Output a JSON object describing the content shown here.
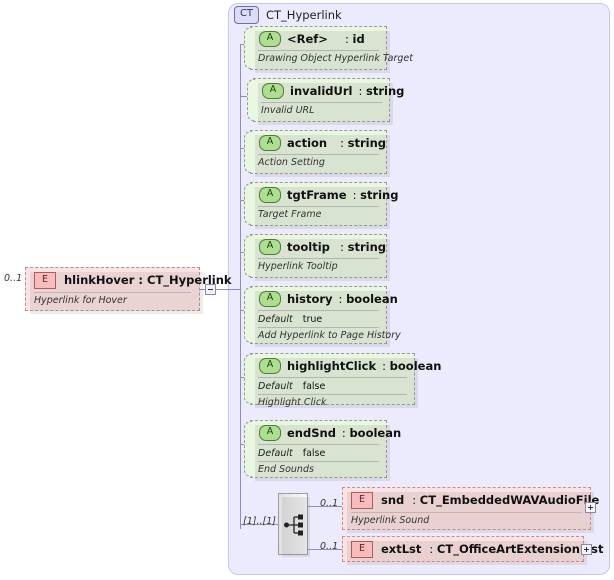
{
  "diagram": {
    "kind": "xsd-schema-diagram",
    "colors": {
      "container_bg": "#ecebfd",
      "attribute_bg": "#e9f7e0",
      "element_bg": "#fbe3e3",
      "line": "#8d8db5"
    }
  },
  "complex_type": {
    "badge": "CT",
    "name": "CT_Hyperlink",
    "badge_icon": "complextype-icon"
  },
  "source_element": {
    "badge": "E",
    "cardinality": "0..1",
    "name": "hlinkHover",
    "separator": ":",
    "type": "CT_Hyperlink",
    "label": "hlinkHover : CT_Hyperlink",
    "documentation": "Hyperlink for Hover",
    "collapse_icon": "minus-box-icon"
  },
  "attributes": [
    {
      "badge": "A",
      "name": "<Ref>",
      "separator": ":",
      "type": "id",
      "default_label": null,
      "default_value": null,
      "documentation": "Drawing Object Hyperlink Target"
    },
    {
      "badge": "A",
      "name": "invalidUrl",
      "separator": ":",
      "type": "string",
      "default_label": null,
      "default_value": null,
      "documentation": "Invalid URL"
    },
    {
      "badge": "A",
      "name": "action",
      "separator": ":",
      "type": "string",
      "default_label": null,
      "default_value": null,
      "documentation": "Action Setting"
    },
    {
      "badge": "A",
      "name": "tgtFrame",
      "separator": ":",
      "type": "string",
      "default_label": null,
      "default_value": null,
      "documentation": "Target Frame"
    },
    {
      "badge": "A",
      "name": "tooltip",
      "separator": ":",
      "type": "string",
      "default_label": null,
      "default_value": null,
      "documentation": "Hyperlink Tooltip"
    },
    {
      "badge": "A",
      "name": "history",
      "separator": ":",
      "type": "boolean",
      "default_label": "Default",
      "default_value": "true",
      "documentation": "Add Hyperlink to Page History"
    },
    {
      "badge": "A",
      "name": "highlightClick",
      "separator": ":",
      "type": "boolean",
      "default_label": "Default",
      "default_value": "false",
      "documentation": "Highlight Click"
    },
    {
      "badge": "A",
      "name": "endSnd",
      "separator": ":",
      "type": "boolean",
      "default_label": "Default",
      "default_value": "false",
      "documentation": "End Sounds"
    }
  ],
  "compositor": {
    "type": "sequence",
    "icon": "sequence-icon",
    "cardinality": "[1]..[1]"
  },
  "child_elements": [
    {
      "badge": "E",
      "cardinality": "0..1",
      "name": "snd",
      "separator": ":",
      "type": "CT_EmbeddedWAVAudioFile",
      "documentation": "Hyperlink Sound",
      "expand_icon": "plus-box-icon"
    },
    {
      "badge": "E",
      "cardinality": "0..1",
      "name": "extLst",
      "separator": ":",
      "type": "CT_OfficeArtExtensionList",
      "documentation": null,
      "expand_icon": "plus-box-icon"
    }
  ]
}
